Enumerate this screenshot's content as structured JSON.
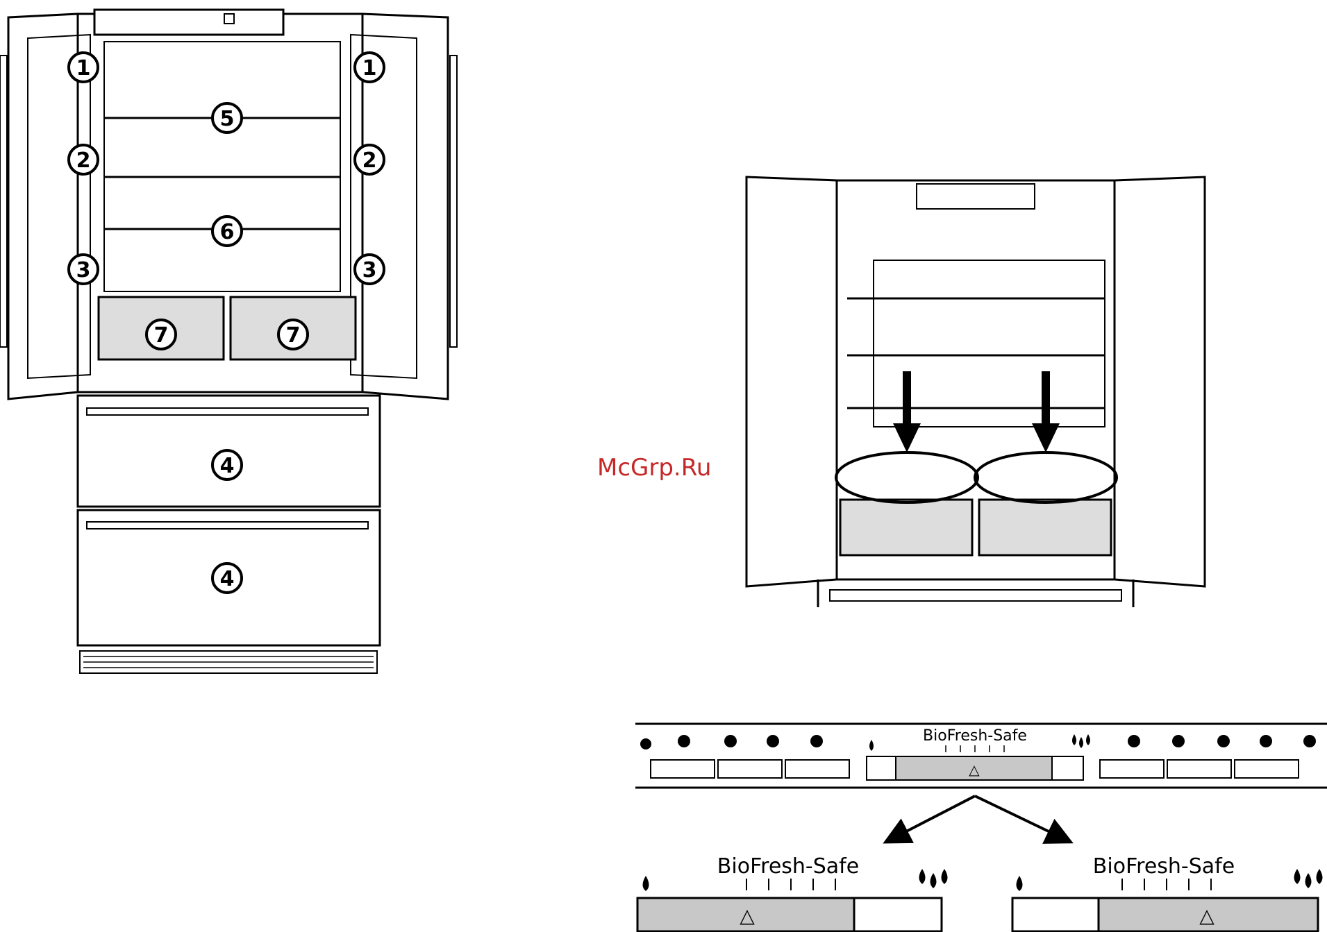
{
  "watermark": "McGrp.Ru",
  "callouts": {
    "door_rack_top": "1",
    "door_rack_middle": "2",
    "door_rack_bottom": "3",
    "freezer_drawer": "4",
    "shelf_upper": "5",
    "shelf_lower": "6",
    "biofresh_drawer": "7"
  },
  "biofresh": {
    "label": "BioFresh-Safe"
  }
}
